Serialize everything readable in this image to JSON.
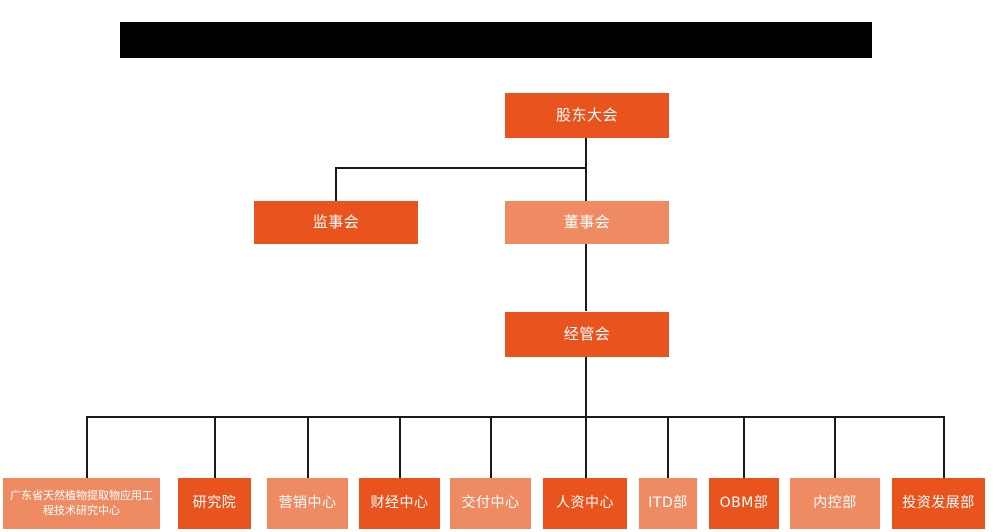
{
  "page": {
    "title_bar": {
      "label": "",
      "redacted": true,
      "color": "#000000"
    }
  },
  "palette": {
    "accent_dark": "#E9531D",
    "accent_light": "#EE8B63",
    "connector": "#1a1a1a",
    "background": "#ffffff",
    "text_on_accent": "#ffffff"
  },
  "chart": {
    "type": "org-chart",
    "levels": [
      {
        "level": 1,
        "nodes": [
          {
            "id": "shareholders",
            "label": "股东大会",
            "tone": "dark"
          }
        ]
      },
      {
        "level": 2,
        "nodes": [
          {
            "id": "supervisors",
            "label": "监事会",
            "tone": "dark"
          },
          {
            "id": "directors",
            "label": "董事会",
            "tone": "light"
          }
        ]
      },
      {
        "level": 3,
        "nodes": [
          {
            "id": "management",
            "label": "经管会",
            "tone": "dark"
          }
        ]
      },
      {
        "level": 4,
        "nodes": [
          {
            "id": "research-center",
            "label": "广东省天然植物提取物应用工程技术研究中心",
            "tone": "light"
          },
          {
            "id": "institute",
            "label": "研究院",
            "tone": "dark"
          },
          {
            "id": "marketing",
            "label": "营销中心",
            "tone": "light"
          },
          {
            "id": "finance",
            "label": "财经中心",
            "tone": "dark"
          },
          {
            "id": "delivery",
            "label": "交付中心",
            "tone": "light"
          },
          {
            "id": "hr",
            "label": "人资中心",
            "tone": "dark"
          },
          {
            "id": "itd",
            "label": "ITD部",
            "tone": "light"
          },
          {
            "id": "obm",
            "label": "OBM部",
            "tone": "dark"
          },
          {
            "id": "internal-control",
            "label": "内控部",
            "tone": "light"
          },
          {
            "id": "investment",
            "label": "投资发展部",
            "tone": "dark"
          }
        ]
      }
    ]
  }
}
